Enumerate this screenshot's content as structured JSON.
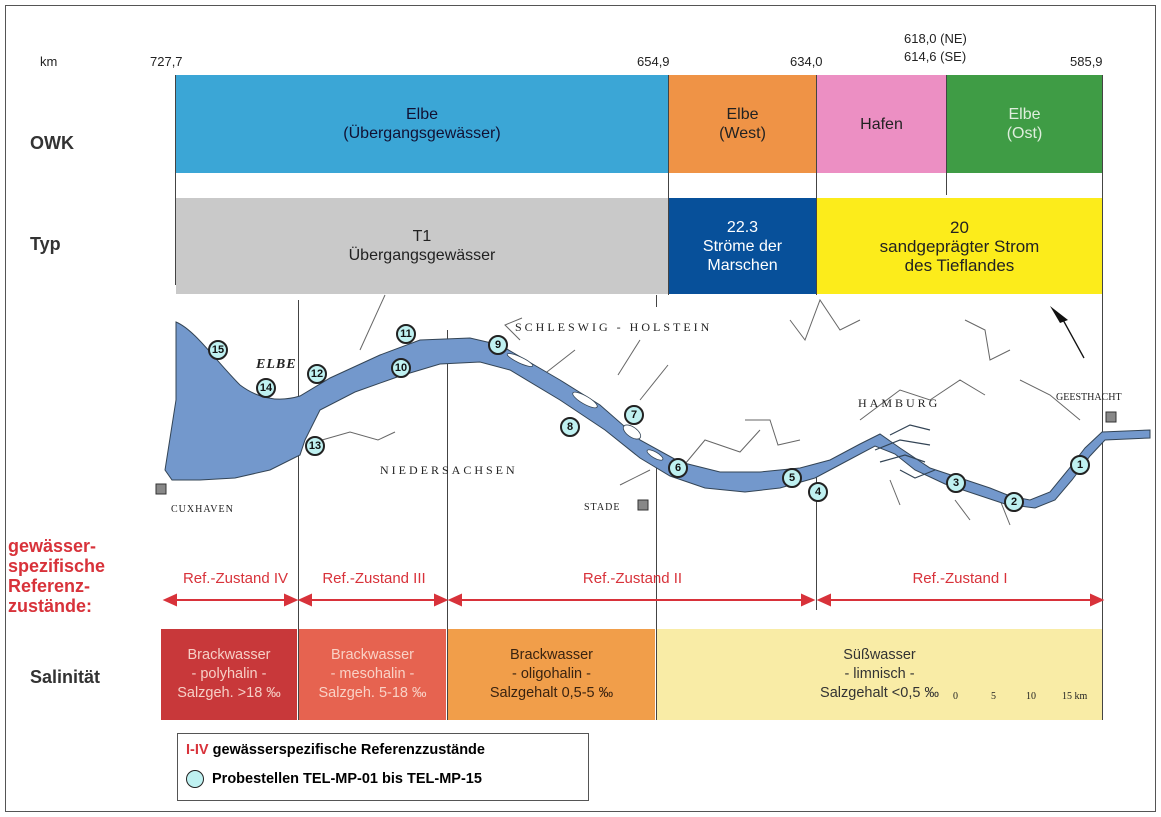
{
  "km": {
    "label": "km",
    "marks": [
      "727,7",
      "654,9",
      "634,0",
      "585,9"
    ],
    "mark_ne": "618,0 (NE)",
    "mark_se": "614,6 (SE)"
  },
  "rows": {
    "owk": "OWK",
    "typ": "Typ",
    "ref": [
      "gewässer-",
      "spezifische",
      "Referenz-",
      "zustände:"
    ],
    "salinity": "Salinität"
  },
  "owk_blocks": [
    {
      "l1": "Elbe",
      "l2": "(Übergangsgewässer)",
      "color": "#3ba6d6"
    },
    {
      "l1": "Elbe",
      "l2": "(West)",
      "color": "#ef9346"
    },
    {
      "l1": "Hafen",
      "l2": "",
      "color": "#ec8fc3"
    },
    {
      "l1": "Elbe",
      "l2": "(Ost)",
      "color": "#3f9c45"
    }
  ],
  "typ_blocks": [
    {
      "l1": "T1",
      "l2": "Übergangsgewässer",
      "l3": "",
      "color": "#c9c9c9"
    },
    {
      "l1": "22.3",
      "l2": "Ströme der",
      "l3": "Marschen",
      "color": "#07509a"
    },
    {
      "l1": "20",
      "l2": "sandgeprägter Strom",
      "l3": "des Tieflandes",
      "color": "#fcec1b"
    }
  ],
  "places": {
    "sh": "SCHLESWIG - HOLSTEIN",
    "ns": "NIEDERSACHSEN",
    "hh": "HAMBURG",
    "elbe": "ELBE",
    "cux": "CUXHAVEN",
    "stade": "STADE",
    "geest": "GEESTHACHT"
  },
  "ref_zones": [
    "Ref.-Zustand IV",
    "Ref.-Zustand III",
    "Ref.-Zustand II",
    "Ref.-Zustand I"
  ],
  "salinity_blocks": [
    {
      "l1": "Brackwasser",
      "l2": "- polyhalin -",
      "l3": "Salzgeh. >18 ‰",
      "color": "#c8383a"
    },
    {
      "l1": "Brackwasser",
      "l2": "- mesohalin -",
      "l3": "Salzgeh. 5-18 ‰",
      "color": "#e66350"
    },
    {
      "l1": "Brackwasser",
      "l2": "- oligohalin -",
      "l3": "Salzgehalt 0,5-5 ‰",
      "color": "#f19e4a"
    },
    {
      "l1": "Süßwasser",
      "l2": "- limnisch -",
      "l3": "Salzgehalt <0,5 ‰",
      "color": "#f9eca6"
    }
  ],
  "stations": [
    "1",
    "2",
    "3",
    "4",
    "5",
    "6",
    "7",
    "8",
    "9",
    "10",
    "11",
    "12",
    "13",
    "14",
    "15"
  ],
  "scale": {
    "t0": "0",
    "t1": "5",
    "t2": "10",
    "t3": "15 km"
  },
  "legend": {
    "roman": "I-IV",
    "line1": "gewässerspezifische Referenzzustände",
    "line2": "Probestellen TEL-MP-01 bis TEL-MP-15"
  },
  "colors": {
    "river": "#7398cc",
    "accent_red": "#d8323a",
    "station_fill": "#bff1f1"
  }
}
